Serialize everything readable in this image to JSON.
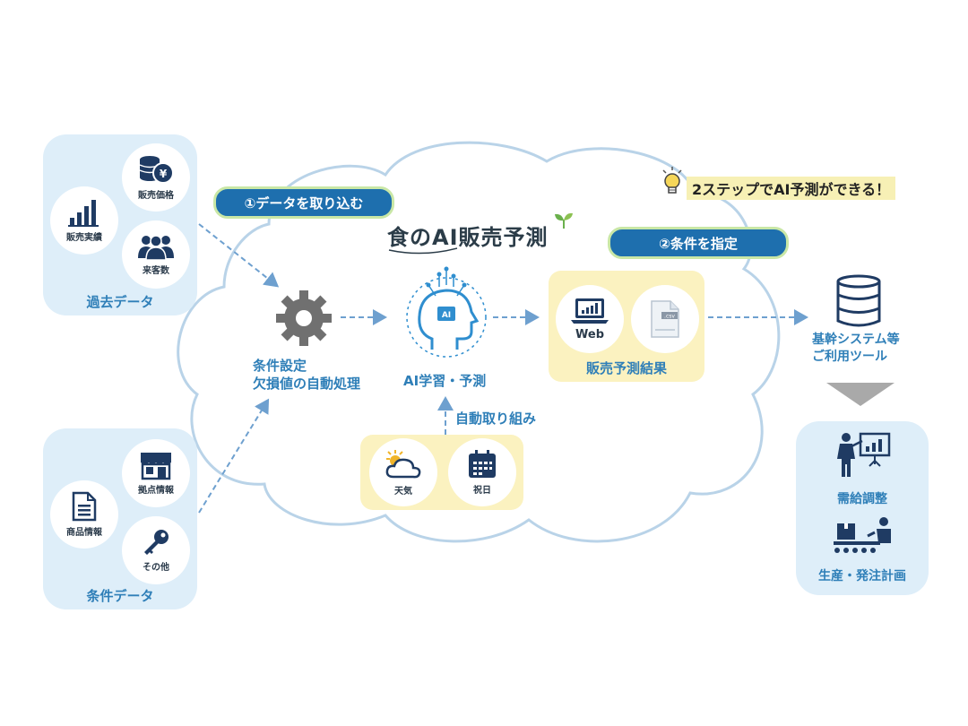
{
  "left_top_panel": {
    "title": "過去データ",
    "items": [
      {
        "label": "販売実績",
        "icon": "bar-chart-icon"
      },
      {
        "label": "販売価格",
        "icon": "coins-yen-icon"
      },
      {
        "label": "来客数",
        "icon": "people-icon"
      }
    ]
  },
  "left_bottom_panel": {
    "title": "条件データ",
    "items": [
      {
        "label": "商品情報",
        "icon": "document-icon"
      },
      {
        "label": "拠点情報",
        "icon": "store-icon"
      },
      {
        "label": "その他",
        "icon": "key-icon"
      }
    ]
  },
  "steps": {
    "step1": "①データを取り込む",
    "step2": "②条件を指定"
  },
  "callout": "2ステップでAI予測ができる！",
  "logo": "食のAI販売予測",
  "process": {
    "settings_line1": "条件設定",
    "settings_line2": "欠損値の自動処理",
    "ai_label": "AI学習・予測",
    "ai_chip": "AI",
    "auto_label": "自動取り組み"
  },
  "auto_inputs": [
    {
      "label": "天気",
      "icon": "weather-icon"
    },
    {
      "label": "祝日",
      "icon": "calendar-icon"
    }
  ],
  "result": {
    "title": "販売予測結果",
    "web_label": "Web",
    "csv_label": ".csv"
  },
  "system": {
    "line1": "基幹システム等",
    "line2": "ご利用ツール"
  },
  "right_panel": {
    "items": [
      {
        "label": "需給調整",
        "icon": "presentation-icon"
      },
      {
        "label": "生産・発注計画",
        "icon": "production-icon"
      }
    ]
  },
  "colors": {
    "panel_bg": "#deeef9",
    "accent_blue": "#2f7fb8",
    "pill_blue": "#1e6fae",
    "pill_border": "#c9e7a6",
    "yellow_bg": "#fbf2c0",
    "icon_dark": "#1f3b63",
    "gear_gray": "#707070"
  }
}
